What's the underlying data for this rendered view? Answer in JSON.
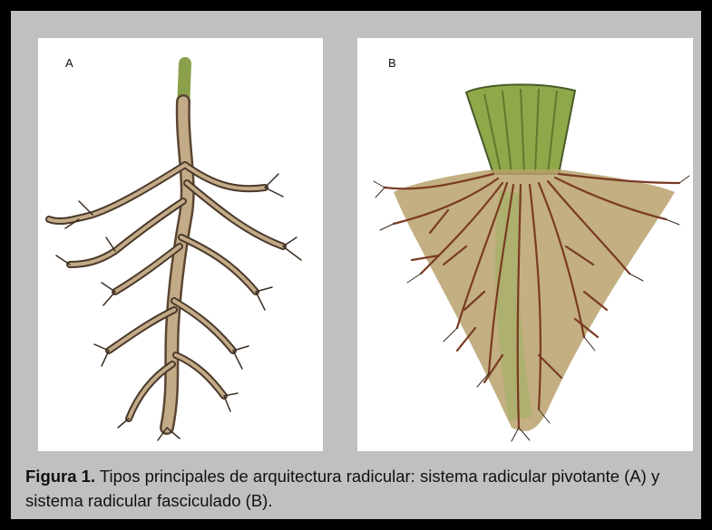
{
  "panel_a": {
    "label": "A",
    "image": "taproot-system-illustration"
  },
  "panel_b": {
    "label": "B",
    "image": "fibrous-root-system-illustration"
  },
  "caption": {
    "title": "Figura 1.",
    "text": " Tipos principales de arquitectura radicular: sistema radicular pivotante (A) y sistema radicular fasciculado (B)."
  },
  "colors": {
    "frame": "#000000",
    "background": "#c0c0c0",
    "panel": "#ffffff",
    "taproot": "#b49a78",
    "fibrous_roots": "#7a3b24",
    "stem_green": "#8fa84a"
  }
}
